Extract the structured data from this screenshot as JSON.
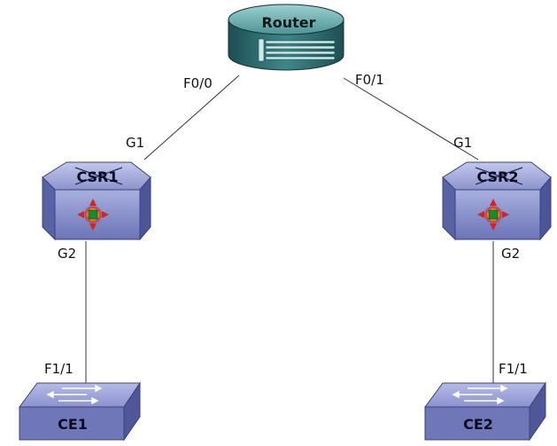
{
  "devices": {
    "router": {
      "name": "Router"
    },
    "csr1": {
      "name": "CSR1"
    },
    "csr2": {
      "name": "CSR2"
    },
    "ce1": {
      "name": "CE1"
    },
    "ce2": {
      "name": "CE2"
    }
  },
  "ports": {
    "router_f00": "F0/0",
    "router_f01": "F0/1",
    "csr1_g1": "G1",
    "csr1_g2": "G2",
    "csr2_g1": "G1",
    "csr2_g2": "G2",
    "ce1_f11": "F1/1",
    "ce2_f11": "F1/1"
  },
  "links": [
    {
      "from": "Router F0/0",
      "to": "CSR1 G1"
    },
    {
      "from": "Router F0/1",
      "to": "CSR2 G1"
    },
    {
      "from": "CSR1 G2",
      "to": "CE1 F1/1"
    },
    {
      "from": "CSR2 G2",
      "to": "CE2 F1/1"
    }
  ],
  "colors": {
    "router_body": "#2f6f73",
    "router_top": "#5fa2a4",
    "csr_body": "#7d86c4",
    "csr_top": "#a3abdb",
    "switch_body": "#7078b8",
    "switch_top": "#9aa2d6"
  }
}
